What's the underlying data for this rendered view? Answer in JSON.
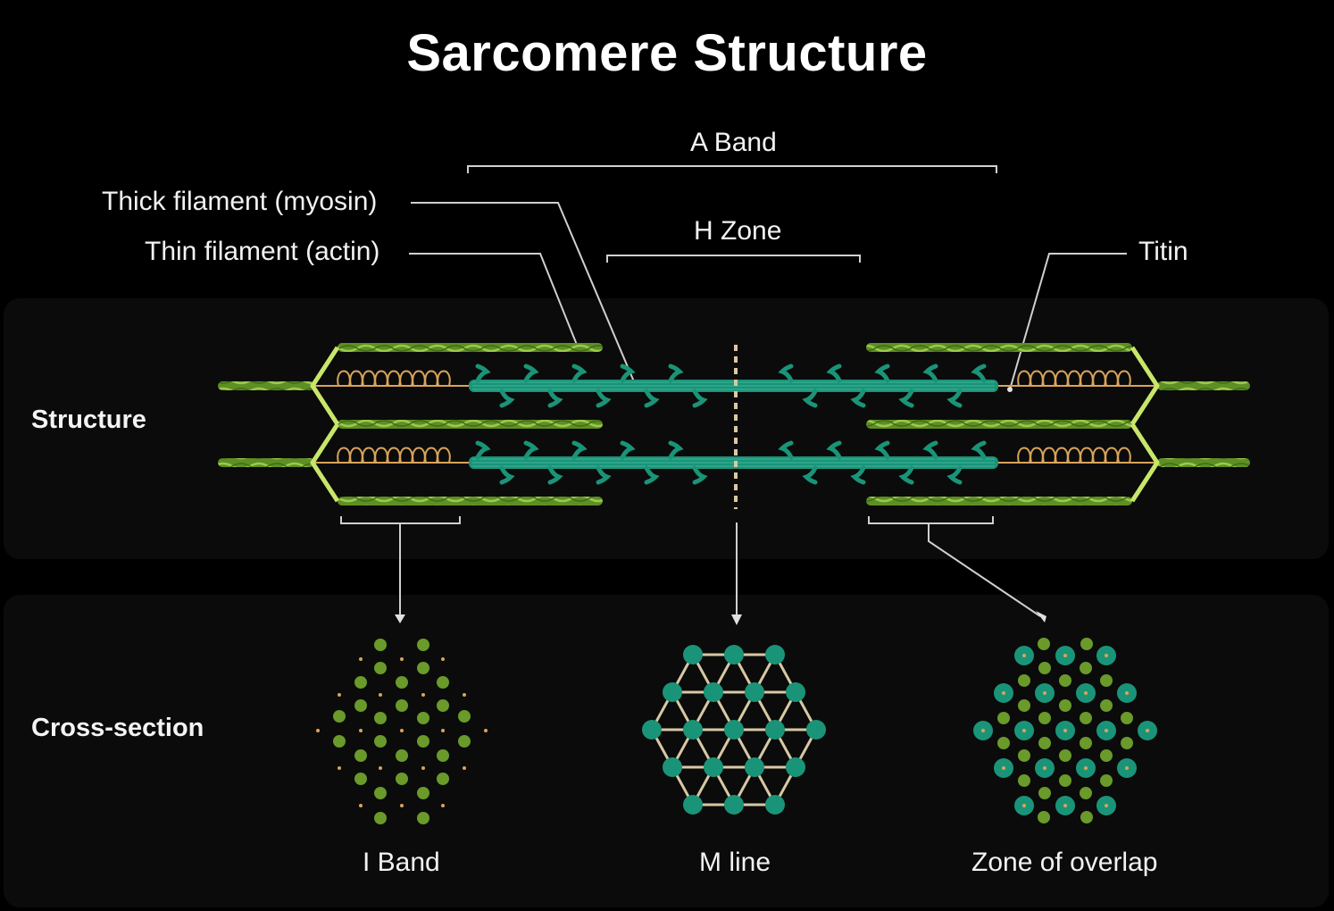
{
  "title": "Sarcomere Structure",
  "labels": {
    "a_band": "A Band",
    "h_zone": "H Zone",
    "thick_filament": "Thick filament (myosin)",
    "thin_filament": "Thin filament (actin)",
    "titin": "Titin"
  },
  "rows": {
    "structure": "Structure",
    "cross_section": "Cross-section"
  },
  "cross_sections": [
    {
      "id": "i-band",
      "label": "I Band",
      "content": "thin filaments (actin) only"
    },
    {
      "id": "m-line",
      "label": "M line",
      "content": "thick filaments (myosin) linked by M-line proteins"
    },
    {
      "id": "zone-of-overlap",
      "label": "Zone of overlap",
      "content": "thick and thin filaments"
    }
  ],
  "colors": {
    "background": "#000000",
    "panel": "#0b0b0b",
    "actin": "#6a9a2a",
    "actin_highlight": "#9cc94a",
    "z_disc": "#c8e66a",
    "myosin": "#1a9478",
    "myosin_dark": "#0f6e58",
    "titin": "#d9a45a",
    "m_line": "#d8c8a4",
    "leader": "#d0d0d0"
  }
}
